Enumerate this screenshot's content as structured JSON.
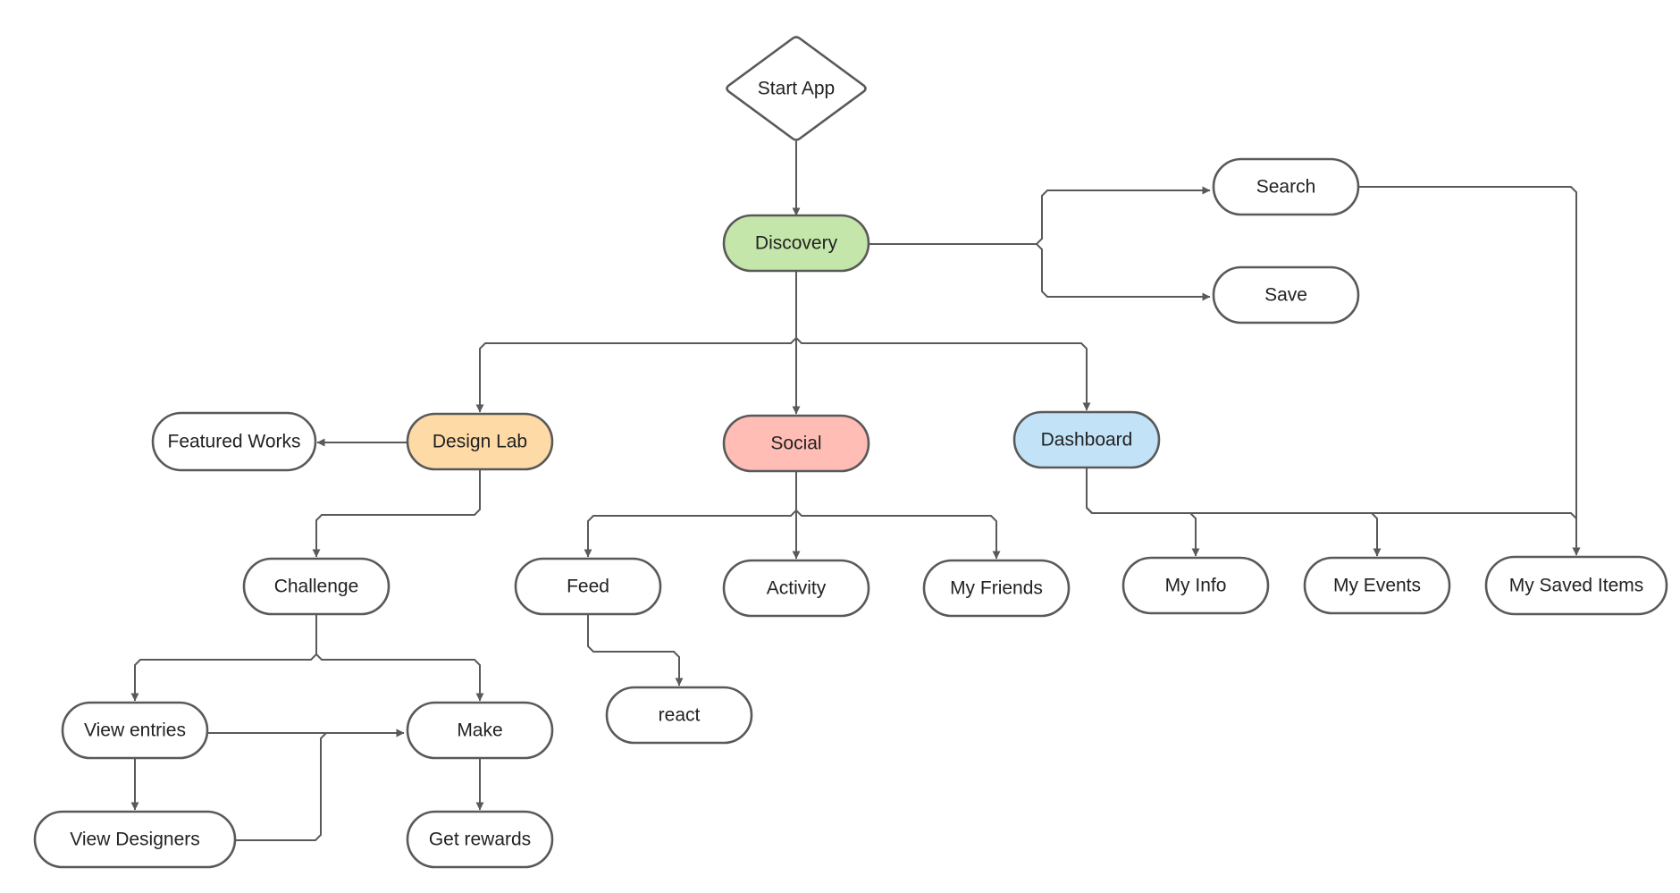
{
  "diagram": {
    "type": "flowchart",
    "colors": {
      "line": "#595959",
      "default_fill": "#ffffff",
      "discovery_fill": "#c5e6aa",
      "design_lab_fill": "#fedaa7",
      "social_fill": "#ffbdb5",
      "dashboard_fill": "#c2e3f7"
    },
    "nodes": [
      {
        "id": "start",
        "label": "Start App",
        "shape": "diamond",
        "fill_key": "default_fill"
      },
      {
        "id": "discovery",
        "label": "Discovery",
        "shape": "pill",
        "fill_key": "discovery_fill"
      },
      {
        "id": "search",
        "label": "Search",
        "shape": "pill",
        "fill_key": "default_fill"
      },
      {
        "id": "save",
        "label": "Save",
        "shape": "pill",
        "fill_key": "default_fill"
      },
      {
        "id": "design_lab",
        "label": "Design Lab",
        "shape": "pill",
        "fill_key": "design_lab_fill"
      },
      {
        "id": "social",
        "label": "Social",
        "shape": "pill",
        "fill_key": "social_fill"
      },
      {
        "id": "dashboard",
        "label": "Dashboard",
        "shape": "pill",
        "fill_key": "dashboard_fill"
      },
      {
        "id": "featured_works",
        "label": "Featured Works",
        "shape": "pill",
        "fill_key": "default_fill"
      },
      {
        "id": "challenge",
        "label": "Challenge",
        "shape": "pill",
        "fill_key": "default_fill"
      },
      {
        "id": "feed",
        "label": "Feed",
        "shape": "pill",
        "fill_key": "default_fill"
      },
      {
        "id": "activity",
        "label": "Activity",
        "shape": "pill",
        "fill_key": "default_fill"
      },
      {
        "id": "my_friends",
        "label": "My Friends",
        "shape": "pill",
        "fill_key": "default_fill"
      },
      {
        "id": "my_info",
        "label": "My Info",
        "shape": "pill",
        "fill_key": "default_fill"
      },
      {
        "id": "my_events",
        "label": "My Events",
        "shape": "pill",
        "fill_key": "default_fill"
      },
      {
        "id": "my_saved_items",
        "label": "My Saved Items",
        "shape": "pill",
        "fill_key": "default_fill"
      },
      {
        "id": "react",
        "label": "react",
        "shape": "pill",
        "fill_key": "default_fill"
      },
      {
        "id": "view_entries",
        "label": "View entries",
        "shape": "pill",
        "fill_key": "default_fill"
      },
      {
        "id": "make",
        "label": "Make",
        "shape": "pill",
        "fill_key": "default_fill"
      },
      {
        "id": "view_designers",
        "label": "View Designers",
        "shape": "pill",
        "fill_key": "default_fill"
      },
      {
        "id": "get_rewards",
        "label": "Get rewards",
        "shape": "pill",
        "fill_key": "default_fill"
      }
    ],
    "edges": [
      {
        "from": "start",
        "to": "discovery"
      },
      {
        "from": "discovery",
        "to": "search"
      },
      {
        "from": "discovery",
        "to": "save"
      },
      {
        "from": "discovery",
        "to": "design_lab"
      },
      {
        "from": "discovery",
        "to": "social"
      },
      {
        "from": "discovery",
        "to": "dashboard"
      },
      {
        "from": "design_lab",
        "to": "featured_works"
      },
      {
        "from": "design_lab",
        "to": "challenge"
      },
      {
        "from": "social",
        "to": "feed"
      },
      {
        "from": "social",
        "to": "activity"
      },
      {
        "from": "social",
        "to": "my_friends"
      },
      {
        "from": "dashboard",
        "to": "my_info"
      },
      {
        "from": "dashboard",
        "to": "my_events"
      },
      {
        "from": "dashboard",
        "to": "my_saved_items"
      },
      {
        "from": "search",
        "to": "my_saved_items"
      },
      {
        "from": "feed",
        "to": "react"
      },
      {
        "from": "challenge",
        "to": "view_entries"
      },
      {
        "from": "challenge",
        "to": "make"
      },
      {
        "from": "view_entries",
        "to": "make"
      },
      {
        "from": "view_entries",
        "to": "view_designers"
      },
      {
        "from": "view_designers",
        "to": "make"
      },
      {
        "from": "make",
        "to": "get_rewards"
      }
    ]
  }
}
